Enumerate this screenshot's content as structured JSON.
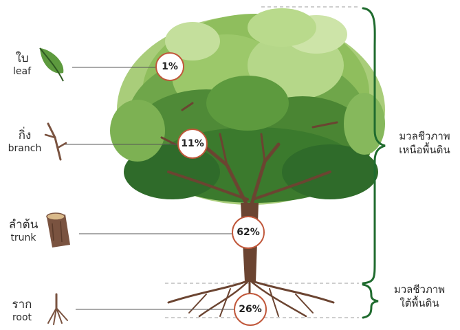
{
  "parts": [
    {
      "thai": "ใบ",
      "english": "leaf",
      "percent": "1%",
      "icon": "leaf-icon"
    },
    {
      "thai": "กิ่ง",
      "english": "branch",
      "percent": "11%",
      "icon": "branch-icon"
    },
    {
      "thai": "ลำต้น",
      "english": "trunk",
      "percent": "62%",
      "icon": "trunk-icon"
    },
    {
      "thai": "ราก",
      "english": "root",
      "percent": "26%",
      "icon": "root-icon"
    }
  ],
  "groups": {
    "above": {
      "line1": "มวลชีวภาพ",
      "line2": "เหนือพื้นดิน"
    },
    "below": {
      "line1": "มวลชีวภาพ",
      "line2": "ใต้พื้นดิน"
    }
  },
  "colors": {
    "brace": "#1f6b2e",
    "badge_border": "#c0573a",
    "canopy_dark": "#2f6b2a",
    "canopy_mid": "#5d9a3e",
    "canopy_light": "#a9cd7a",
    "wood": "#6b4431"
  }
}
